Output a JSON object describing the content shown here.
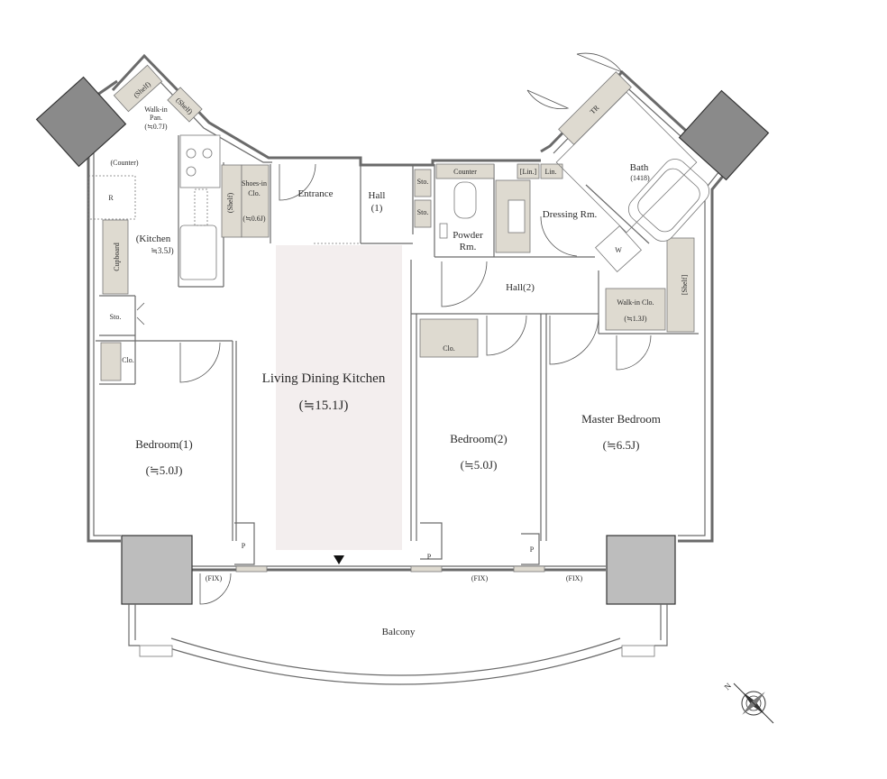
{
  "rooms": {
    "ldk": {
      "name": "Living Dining Kitchen",
      "size": "(≒15.1J)"
    },
    "bedroom1": {
      "name": "Bedroom(1)",
      "size": "(≒5.0J)"
    },
    "bedroom2": {
      "name": "Bedroom(2)",
      "size": "(≒5.0J)"
    },
    "master": {
      "name": "Master Bedroom",
      "size": "(≒6.5J)"
    },
    "kitchen": {
      "name": "(Kitchen",
      "size": "≒3.5J)"
    },
    "entrance": {
      "name": "Entrance"
    },
    "hall1": {
      "name": "Hall",
      "num": "(1)"
    },
    "hall2": {
      "name": "Hall(2)"
    },
    "powder": {
      "name": "Powder",
      "name2": "Rm."
    },
    "dressing": {
      "name": "Dressing Rm."
    },
    "bath": {
      "name": "Bath",
      "size": "(1418)"
    },
    "balcony": {
      "name": "Balcony"
    }
  },
  "storage": {
    "shelf_a": "(Shelf)",
    "shelf_b": "(Shelf)",
    "walkin_pan": {
      "l1": "Walk-in",
      "l2": "Pan.",
      "l3": "(≒0.7J)"
    },
    "counter_k": "(Counter)",
    "r": "R",
    "cupboard": "Cupboard",
    "sto_left": "Sto.",
    "clo_left": "Clo.",
    "shoes_shelf": "(Shelf)",
    "shoes": {
      "l1": "Shoes-in",
      "l2": "Clo.",
      "l3": "(≒0.6J)"
    },
    "sto_hall_1": "Sto.",
    "sto_hall_2": "Sto.",
    "counter_pr": "Counter",
    "lin1": "[Lin.]",
    "lin2": "Lin.",
    "tr": "TR",
    "w": "W",
    "walkin_clo": {
      "l1": "Walk-in Clo.",
      "l2": "(≒1.3J)"
    },
    "shelf_wic": "[Shelf]",
    "clo_bed2": "Clo."
  },
  "fixtures": {
    "p1": "P",
    "p2": "P",
    "p3": "P",
    "fix1": "(FIX)",
    "fix2": "(FIX)",
    "fix3": "(FIX)"
  },
  "compass": {
    "label": "N"
  }
}
